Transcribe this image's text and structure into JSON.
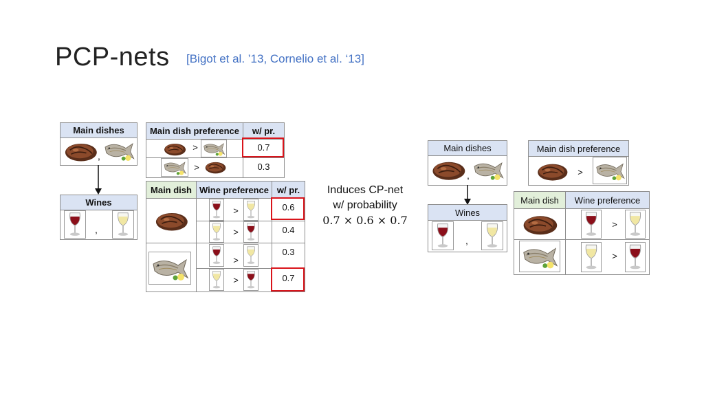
{
  "slide": {
    "title": "PCP-nets",
    "citation": "[Bigot et al. ’13, Cornelio et al. ‘13]"
  },
  "left": {
    "main_dishes_header": "Main dishes",
    "wines_header": "Wines",
    "comma": ",",
    "main_pref_table": {
      "header_pref": "Main dish preference",
      "header_prob": "w/ pr.",
      "rows": [
        {
          "relation": ">",
          "prob": "0.7"
        },
        {
          "relation": ">",
          "prob": "0.3"
        }
      ]
    },
    "wine_pref_table": {
      "header_dish": "Main dish",
      "header_pref": "Wine preference",
      "header_prob": "w/ pr.",
      "rows": [
        {
          "relation": ">",
          "prob": "0.6"
        },
        {
          "relation": ">",
          "prob": "0.4"
        },
        {
          "relation": ">",
          "prob": "0.3"
        },
        {
          "relation": ">",
          "prob": "0.7"
        }
      ]
    }
  },
  "middle": {
    "line1": "Induces CP-net",
    "line2": "w/ probability",
    "formula": "0.7 × 0.6 × 0.7"
  },
  "right": {
    "main_dishes_header": "Main dishes",
    "wines_header": "Wines",
    "comma": ",",
    "main_pref_header": "Main dish preference",
    "main_pref_relation": ">",
    "wine_table": {
      "header_dish": "Main dish",
      "header_pref": "Wine preference",
      "rows": [
        {
          "relation": ">"
        },
        {
          "relation": ">"
        }
      ]
    }
  },
  "colors": {
    "header_blue": "#dae3f3",
    "header_green": "#e2efda",
    "highlight_red": "#d9141b",
    "citation_blue": "#4472c4"
  },
  "icons": [
    "steak-icon",
    "fish-icon",
    "red-wine-icon",
    "white-wine-icon",
    "arrow-down-icon"
  ]
}
